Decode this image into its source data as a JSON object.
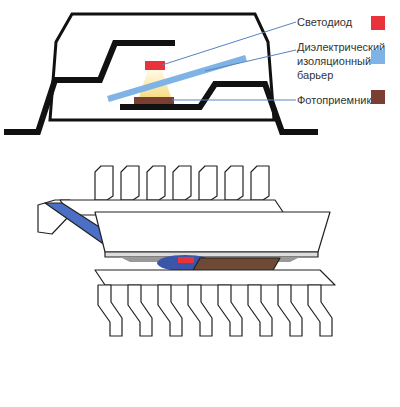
{
  "diagram": {
    "legend": [
      {
        "text": "Светодиод",
        "color": "#e8333a"
      },
      {
        "text": "Диэлектрический изоляционный барьер",
        "color": "#7fb2e5"
      },
      {
        "text": "Фотоприемник",
        "color": "#7a3f32"
      }
    ]
  }
}
